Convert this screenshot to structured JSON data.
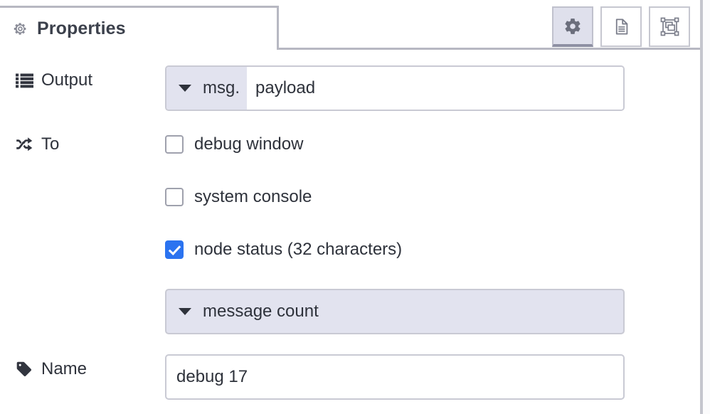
{
  "panel": {
    "tab": {
      "label": "Properties",
      "icon": "gear-icon",
      "active": true
    },
    "toolbar": [
      {
        "name": "properties-button",
        "icon": "gear-icon",
        "selected": true
      },
      {
        "name": "description-button",
        "icon": "document-icon",
        "selected": false
      },
      {
        "name": "appearance-button",
        "icon": "appearance-icon",
        "selected": false
      }
    ]
  },
  "form": {
    "output": {
      "label": "Output",
      "icon": "list-icon",
      "type_value": "msg.",
      "property_value": "payload",
      "property_placeholder": "payload"
    },
    "to": {
      "label": "To",
      "icon": "shuffle-icon",
      "options": [
        {
          "label": "debug window",
          "checked": false
        },
        {
          "label": "system console",
          "checked": false
        },
        {
          "label": "node status (32 characters)",
          "checked": true
        }
      ],
      "status_type_value": "message count"
    },
    "name": {
      "label": "Name",
      "icon": "tag-icon",
      "value": "debug 17",
      "placeholder": "Name"
    }
  },
  "colors": {
    "accent_checkbox": "#2b73f0",
    "select_background": "#e2e3ef",
    "border": "#c9cad4",
    "text": "#2e323b",
    "tab_border": "#b7b8c2"
  }
}
